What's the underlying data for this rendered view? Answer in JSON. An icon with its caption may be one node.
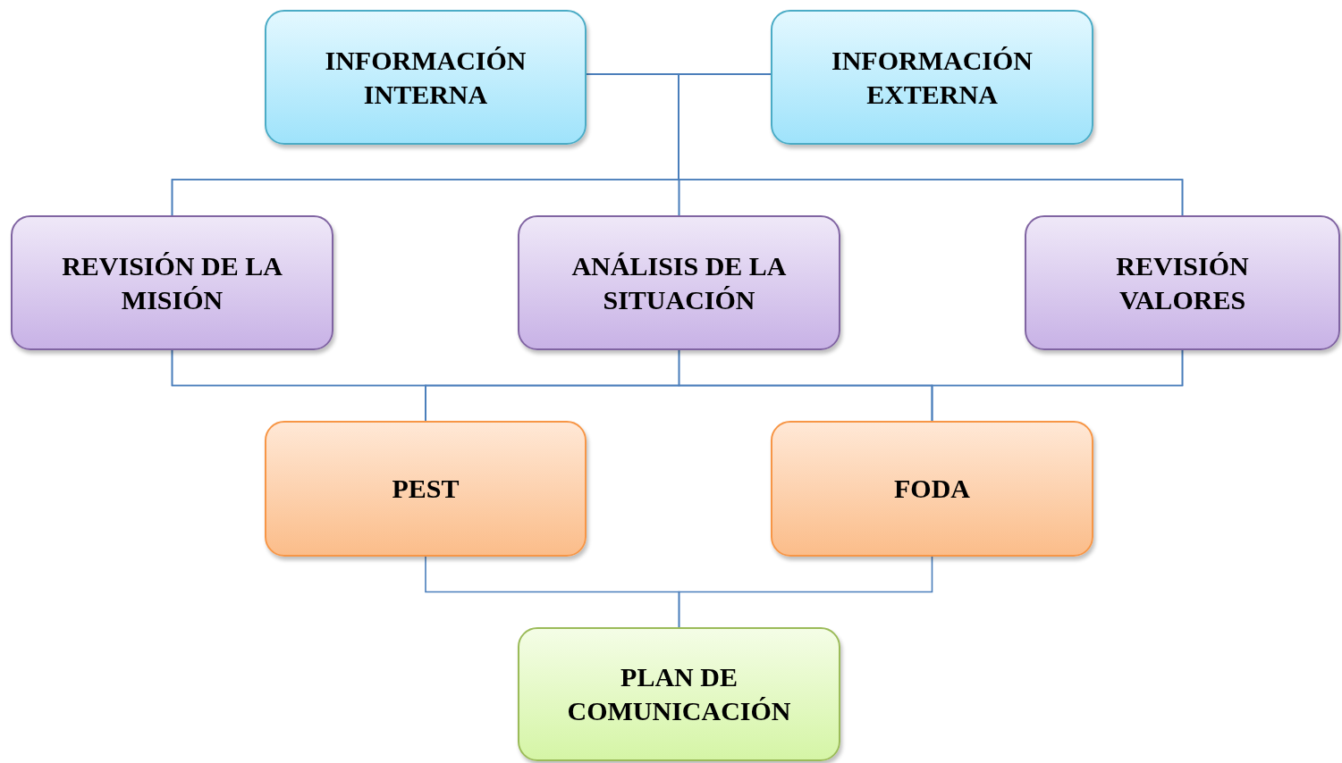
{
  "diagram": {
    "nodes": [
      {
        "text": [
          "INFORMACIÓN INTERNA"
        ]
      },
      {
        "text": [
          "INFORMACIÓN EXTERNA"
        ]
      },
      {
        "text": [
          "REVISIÓN DE LA MISIÓN"
        ]
      },
      {
        "text": [
          "ANÁLISIS DE LA SITUACIÓN"
        ]
      },
      {
        "text": [
          "REVISIÓN VALORES"
        ]
      },
      {
        "text": [
          "PEST"
        ]
      },
      {
        "text": [
          "FODA"
        ]
      },
      {
        "text": [
          "PLAN DE COMUNICACIÓN"
        ]
      }
    ],
    "edges": [
      {
        "from": 0,
        "to": 2,
        "arrow": "none"
      },
      {
        "from": 0,
        "to": 3,
        "arrow": "none"
      },
      {
        "from": 0,
        "to": 4,
        "arrow": "none"
      },
      {
        "from": 1,
        "to": 2,
        "arrow": "none"
      },
      {
        "from": 1,
        "to": 3,
        "arrow": "none"
      },
      {
        "from": 1,
        "to": 4,
        "arrow": "none"
      },
      {
        "from": 2,
        "to": 5,
        "arrow": "none"
      },
      {
        "from": 2,
        "to": 6,
        "arrow": "none"
      },
      {
        "from": 3,
        "to": 5,
        "arrow": "none"
      },
      {
        "from": 3,
        "to": 6,
        "arrow": "none"
      },
      {
        "from": 4,
        "to": 5,
        "arrow": "none"
      },
      {
        "from": 4,
        "to": 6,
        "arrow": "none"
      },
      {
        "from": 5,
        "to": 7,
        "arrow": "none"
      },
      {
        "from": 6,
        "to": 7,
        "arrow": "none"
      }
    ]
  }
}
